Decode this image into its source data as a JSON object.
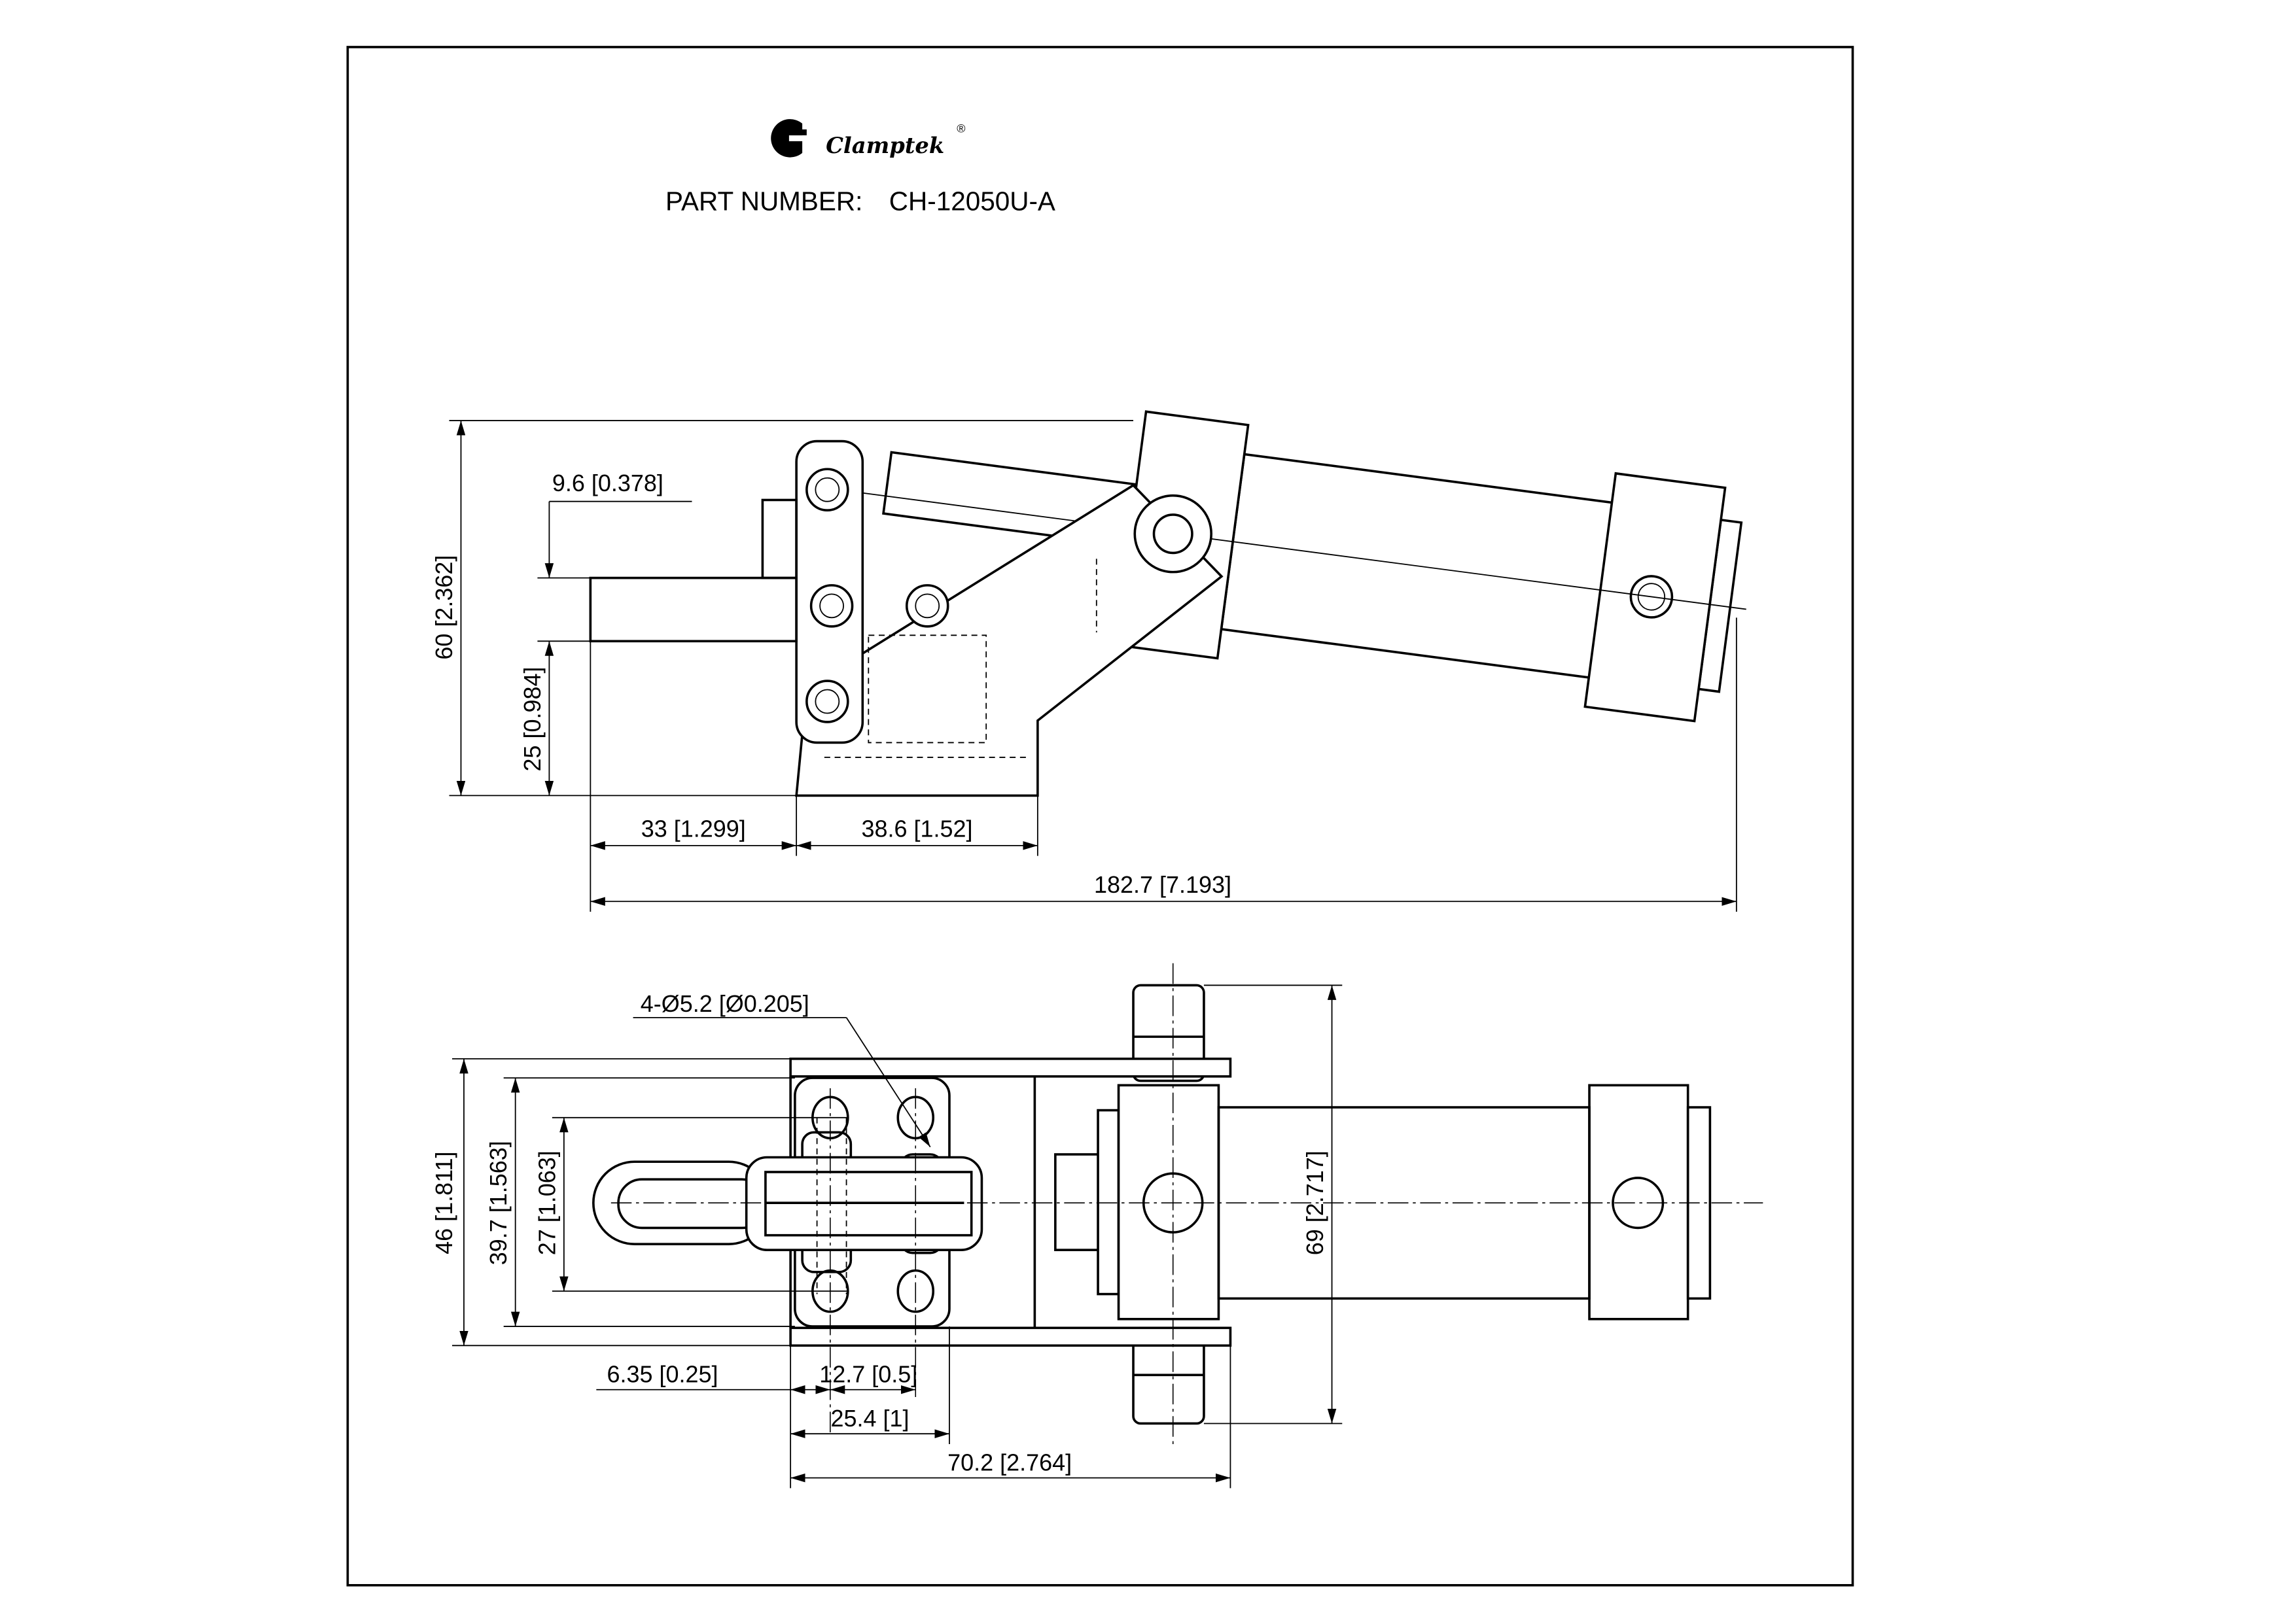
{
  "brand": {
    "name": "Clamptek",
    "mark": "®"
  },
  "part_number": {
    "label": "PART NUMBER:",
    "value": "CH-12050U-A"
  },
  "side_view": {
    "dims": {
      "height": "60 [2.362]",
      "plunger_offset": "9.6 [0.378]",
      "plunger_height": "25 [0.984]",
      "plunger_length": "33 [1.299]",
      "base_length": "38.6 [1.52]",
      "overall_length": "182.7 [7.193]"
    }
  },
  "top_view": {
    "dims": {
      "holes": "4-Ø5.2 [Ø0.205]",
      "base_width": "46 [1.811]",
      "base_inner": "39.7 [1.563]",
      "hole_spacing_y": "27 [1.063]",
      "pin_length": "69 [2.717]",
      "edge_offset": "6.35 [0.25]",
      "hole_offset": "12.7 [0.5]",
      "hole_spacing_x": "25.4 [1]",
      "body_length": "70.2 [2.764]"
    }
  }
}
